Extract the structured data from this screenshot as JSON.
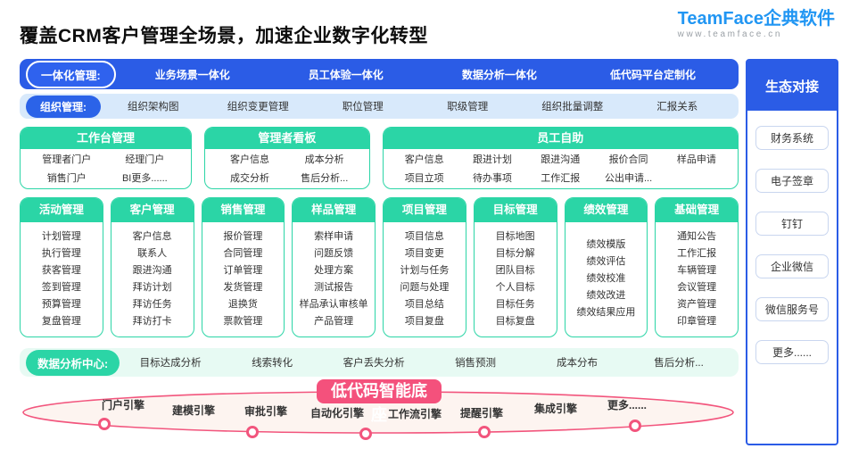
{
  "header": {
    "title": "覆盖CRM客户管理全场景，加速企业数字化转型",
    "logo_text": "TeamFace企典软件",
    "logo_url": "www.teamface.cn"
  },
  "integration_bar": {
    "label": "一体化管理:",
    "items": [
      "业务场景一体化",
      "员工体验一体化",
      "数据分析一体化",
      "低代码平台定制化"
    ]
  },
  "org_bar": {
    "label": "组织管理:",
    "items": [
      "组织架构图",
      "组织变更管理",
      "职位管理",
      "职级管理",
      "组织批量调整",
      "汇报关系"
    ]
  },
  "portal_boxes": [
    {
      "title": "工作台管理",
      "items": [
        "管理者门户",
        "经理门户",
        "销售门户",
        "BI更多......"
      ]
    },
    {
      "title": "管理者看板",
      "items": [
        "客户信息",
        "成本分析",
        "成交分析",
        "售后分析..."
      ]
    },
    {
      "title": "员工自助",
      "items": [
        "客户信息",
        "跟进计划",
        "跟进沟通",
        "报价合同",
        "样品申请",
        "项目立项",
        "待办事项",
        "工作汇报",
        "公出申请..."
      ]
    }
  ],
  "module_boxes": [
    {
      "title": "活动管理",
      "items": [
        "计划管理",
        "执行管理",
        "获客管理",
        "签到管理",
        "预算管理",
        "复盘管理"
      ]
    },
    {
      "title": "客户管理",
      "items": [
        "客户信息",
        "联系人",
        "跟进沟通",
        "拜访计划",
        "拜访任务",
        "拜访打卡"
      ]
    },
    {
      "title": "销售管理",
      "items": [
        "报价管理",
        "合同管理",
        "订单管理",
        "发货管理",
        "退换货",
        "票款管理"
      ]
    },
    {
      "title": "样品管理",
      "items": [
        "索样申请",
        "问题反馈",
        "处理方案",
        "测试报告",
        "样品承认审核单",
        "产品管理"
      ]
    },
    {
      "title": "项目管理",
      "items": [
        "项目信息",
        "项目变更",
        "计划与任务",
        "问题与处理",
        "项目总结",
        "项目复盘"
      ]
    },
    {
      "title": "目标管理",
      "items": [
        "目标地图",
        "目标分解",
        "团队目标",
        "个人目标",
        "目标任务",
        "目标复盘"
      ]
    },
    {
      "title": "绩效管理",
      "items": [
        "绩效模版",
        "绩效评估",
        "绩效校准",
        "绩效改进",
        "绩效结果应用"
      ]
    },
    {
      "title": "基础管理",
      "items": [
        "通知公告",
        "工作汇报",
        "车辆管理",
        "会议管理",
        "资产管理",
        "印章管理"
      ]
    }
  ],
  "analytics_bar": {
    "label": "数据分析中心:",
    "items": [
      "目标达成分析",
      "线索转化",
      "客户丢失分析",
      "销售预测",
      "成本分布",
      "售后分析..."
    ]
  },
  "lowcode": {
    "badge": "低代码智能底座",
    "engines": [
      "门户引擎",
      "建模引擎",
      "审批引擎",
      "自动化引擎",
      "工作流引擎",
      "提醒引擎",
      "集成引擎",
      "更多......"
    ]
  },
  "sidebar": {
    "title": "生态对接",
    "items": [
      "财务系统",
      "电子签章",
      "钉钉",
      "企业微信",
      "微信服务号",
      "更多......"
    ]
  },
  "colors": {
    "blue": "#2b5ce6",
    "light_blue_bg": "#d8e9fb",
    "green": "#2bd5a6",
    "mint_bg": "#e7faf3",
    "pink": "#f4517c",
    "pink_light_fill": "#fdf4f0",
    "logo_blue": "#2196f3"
  }
}
